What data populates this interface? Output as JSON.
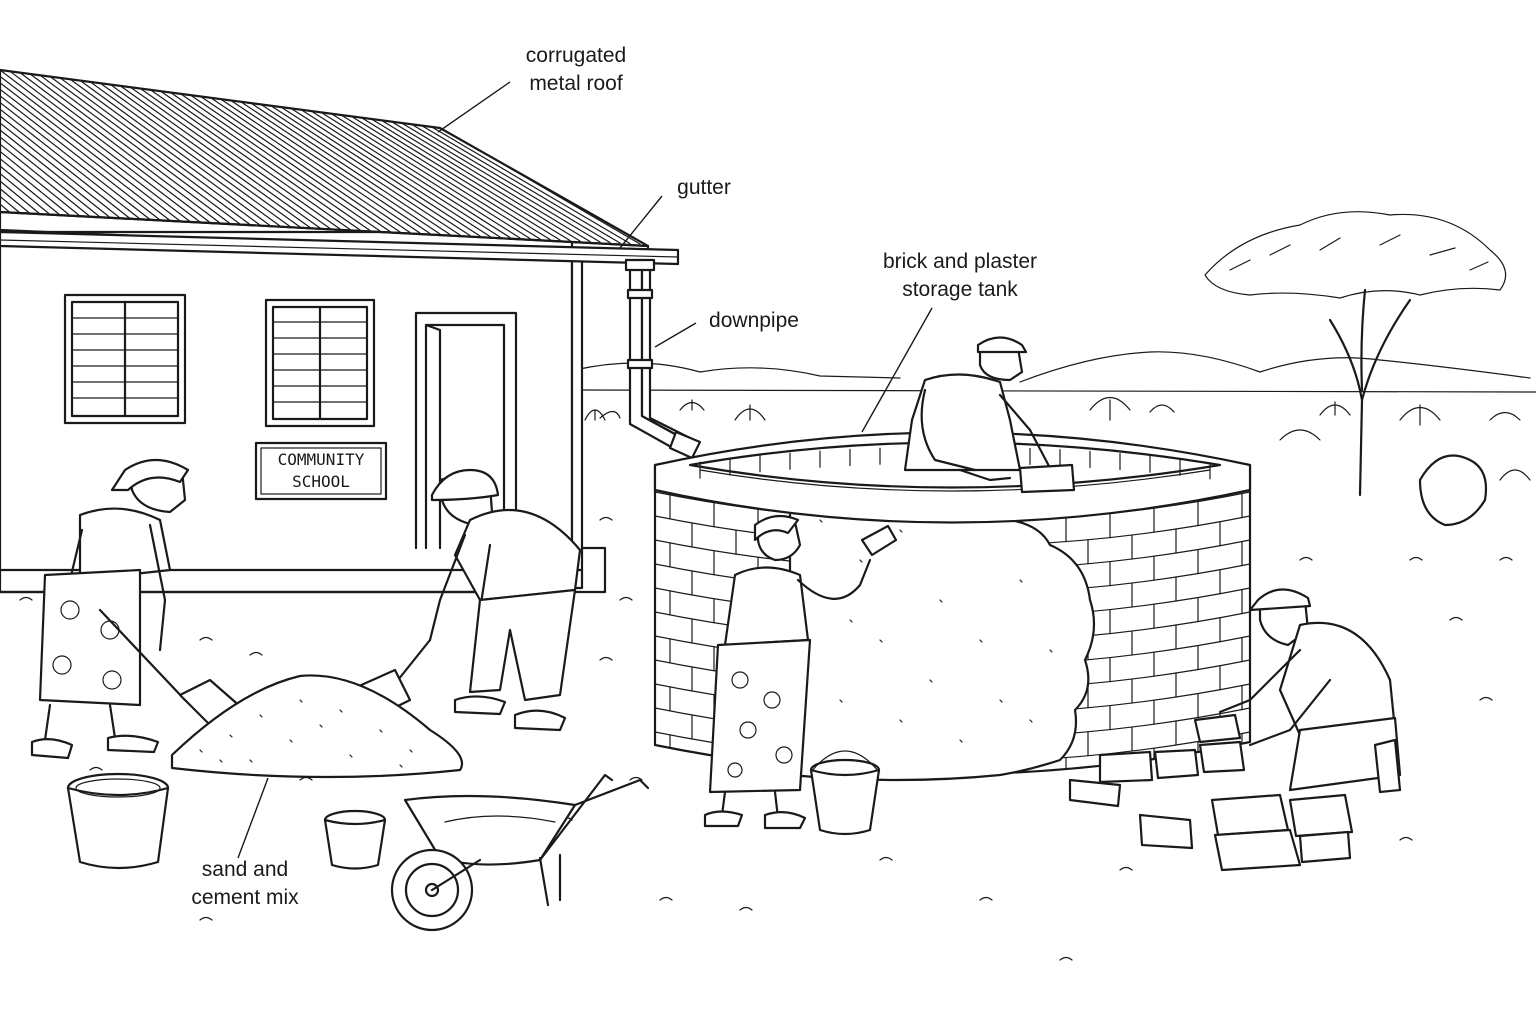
{
  "labels": {
    "roof_line1": "corrugated",
    "roof_line2": "metal roof",
    "gutter": "gutter",
    "downpipe": "downpipe",
    "tank_line1": "brick and plaster",
    "tank_line2": "storage tank",
    "mix_line1": "sand and",
    "mix_line2": "cement mix"
  },
  "sign": {
    "line1": "COMMUNITY",
    "line2": "SCHOOL"
  }
}
